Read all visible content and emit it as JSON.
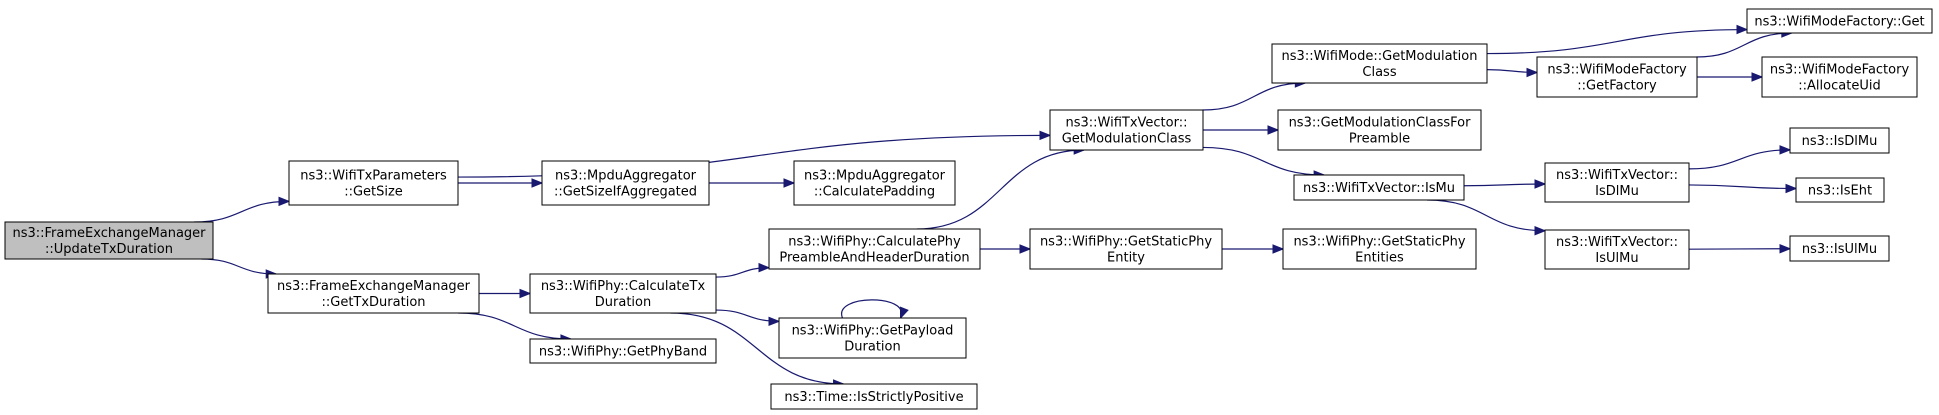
{
  "graph": {
    "nodes": [
      {
        "id": "n_update",
        "lines": [
          "ns3::FrameExchangeManager",
          "::UpdateTxDuration"
        ],
        "root": true
      },
      {
        "id": "n_txparams",
        "lines": [
          "ns3::WifiTxParameters",
          "::GetSize"
        ]
      },
      {
        "id": "n_getsizeagg",
        "lines": [
          "ns3::MpduAggregator",
          "::GetSizeIfAggregated"
        ]
      },
      {
        "id": "n_calcpad",
        "lines": [
          "ns3::MpduAggregator",
          "::CalculatePadding"
        ]
      },
      {
        "id": "n_gettxdur",
        "lines": [
          "ns3::FrameExchangeManager",
          "::GetTxDuration"
        ]
      },
      {
        "id": "n_calctx",
        "lines": [
          "ns3::WifiPhy::CalculateTx",
          "Duration"
        ]
      },
      {
        "id": "n_physband",
        "lines": [
          "ns3::WifiPhy::GetPhyBand"
        ]
      },
      {
        "id": "n_preamble",
        "lines": [
          "ns3::WifiPhy::CalculatePhy",
          "PreambleAndHeaderDuration"
        ]
      },
      {
        "id": "n_payload",
        "lines": [
          "ns3::WifiPhy::GetPayload",
          "Duration"
        ]
      },
      {
        "id": "n_strictpos",
        "lines": [
          "ns3::Time::IsStrictlyPositive"
        ]
      },
      {
        "id": "n_txvecmod",
        "lines": [
          "ns3::WifiTxVector::",
          "GetModulationClass"
        ]
      },
      {
        "id": "n_staticphy",
        "lines": [
          "ns3::WifiPhy::GetStaticPhy",
          "Entity"
        ]
      },
      {
        "id": "n_staticphies",
        "lines": [
          "ns3::WifiPhy::GetStaticPhy",
          "Entities"
        ]
      },
      {
        "id": "n_modemod",
        "lines": [
          "ns3::WifiMode::GetModulation",
          "Class"
        ]
      },
      {
        "id": "n_modclasspre",
        "lines": [
          "ns3::GetModulationClassFor",
          "Preamble"
        ]
      },
      {
        "id": "n_ismu",
        "lines": [
          "ns3::WifiTxVector::IsMu"
        ]
      },
      {
        "id": "n_factoryget",
        "lines": [
          "ns3::WifiModeFactory::Get"
        ]
      },
      {
        "id": "n_getfactory",
        "lines": [
          "ns3::WifiModeFactory",
          "::GetFactory"
        ]
      },
      {
        "id": "n_allocuid",
        "lines": [
          "ns3::WifiModeFactory",
          "::AllocateUid"
        ]
      },
      {
        "id": "n_vecisdlmu",
        "lines": [
          "ns3::WifiTxVector::",
          "IsDlMu"
        ]
      },
      {
        "id": "n_vecisulmu",
        "lines": [
          "ns3::WifiTxVector::",
          "IsUlMu"
        ]
      },
      {
        "id": "n_isdlmu",
        "lines": [
          "ns3::IsDlMu"
        ]
      },
      {
        "id": "n_iseht",
        "lines": [
          "ns3::IsEht"
        ]
      },
      {
        "id": "n_isulmu",
        "lines": [
          "ns3::IsUlMu"
        ]
      }
    ],
    "edges": [
      {
        "from": "n_update",
        "to": "n_txparams"
      },
      {
        "from": "n_update",
        "to": "n_gettxdur"
      },
      {
        "from": "n_txparams",
        "to": "n_getsizeagg"
      },
      {
        "from": "n_txparams",
        "to": "n_txvecmod"
      },
      {
        "from": "n_getsizeagg",
        "to": "n_calcpad"
      },
      {
        "from": "n_gettxdur",
        "to": "n_calctx"
      },
      {
        "from": "n_gettxdur",
        "to": "n_physband"
      },
      {
        "from": "n_calctx",
        "to": "n_preamble"
      },
      {
        "from": "n_calctx",
        "to": "n_payload"
      },
      {
        "from": "n_calctx",
        "to": "n_strictpos"
      },
      {
        "from": "n_preamble",
        "to": "n_txvecmod"
      },
      {
        "from": "n_preamble",
        "to": "n_staticphy"
      },
      {
        "from": "n_payload",
        "to": "n_payload"
      },
      {
        "from": "n_staticphy",
        "to": "n_staticphies"
      },
      {
        "from": "n_txvecmod",
        "to": "n_modemod"
      },
      {
        "from": "n_txvecmod",
        "to": "n_modclasspre"
      },
      {
        "from": "n_txvecmod",
        "to": "n_ismu"
      },
      {
        "from": "n_modemod",
        "to": "n_factoryget"
      },
      {
        "from": "n_modemod",
        "to": "n_getfactory"
      },
      {
        "from": "n_getfactory",
        "to": "n_factoryget"
      },
      {
        "from": "n_getfactory",
        "to": "n_allocuid"
      },
      {
        "from": "n_ismu",
        "to": "n_vecisdlmu"
      },
      {
        "from": "n_ismu",
        "to": "n_vecisulmu"
      },
      {
        "from": "n_vecisdlmu",
        "to": "n_isdlmu"
      },
      {
        "from": "n_vecisdlmu",
        "to": "n_iseht"
      },
      {
        "from": "n_vecisulmu",
        "to": "n_isulmu"
      }
    ]
  },
  "colors": {
    "edge": "#191970",
    "root_fill": "#bfbfbf",
    "node_fill": "#ffffff",
    "border": "#000000"
  }
}
